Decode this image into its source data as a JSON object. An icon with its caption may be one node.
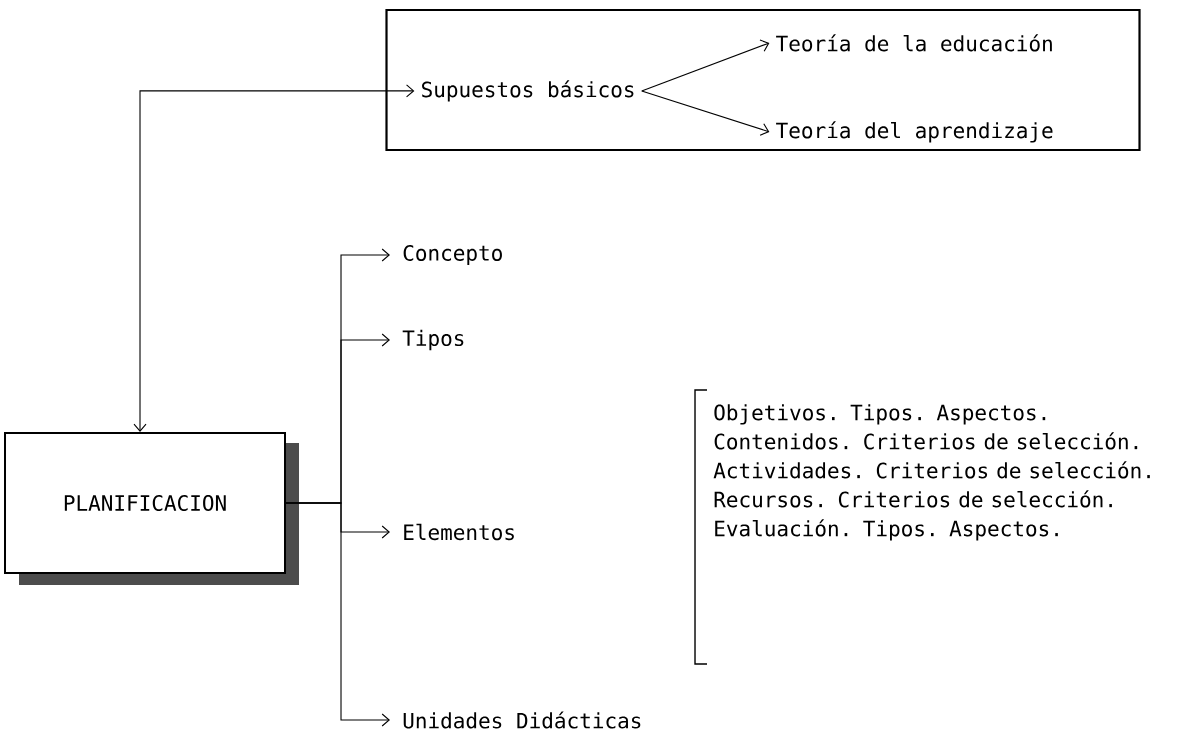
{
  "diagram": {
    "nodes": [
      {
        "text": [],
        "shape": "box"
      },
      {
        "text": [
          "Supuestos básicos"
        ],
        "in": 0
      },
      {
        "text": [
          "Teoría de la educación"
        ],
        "in": 0
      },
      {
        "text": [
          "Teoría del aprendizaje"
        ],
        "in": 0
      },
      {
        "text": [
          "PLANIFICACION"
        ]
      },
      {
        "text": [
          "Concepto"
        ]
      },
      {
        "text": [
          "Tipos"
        ]
      },
      {
        "text": [
          "Elementos"
        ]
      },
      {
        "text": [
          "Unidades Didácticas"
        ]
      }
    ],
    "edges": [
      {
        "from": 1,
        "to": 2,
        "arrow": "to"
      },
      {
        "from": 1,
        "to": 3,
        "arrow": "to"
      },
      {
        "from": 4,
        "to": 1,
        "arrow": "both"
      },
      {
        "from": 4,
        "to": 5,
        "arrow": "to"
      },
      {
        "from": 4,
        "to": 6,
        "arrow": "to"
      },
      {
        "from": 4,
        "to": 7,
        "arrow": "to"
      },
      {
        "from": 4,
        "to": 8,
        "arrow": "to"
      }
    ],
    "labels": [
      "Objetivos. Tipos. Aspectos.",
      "Contenidos. Criterios de selección.",
      "Actividades. Criterios de selección.",
      "Recursos. Criterios de selección.",
      "Evaluación. Tipos. Aspectos."
    ]
  }
}
